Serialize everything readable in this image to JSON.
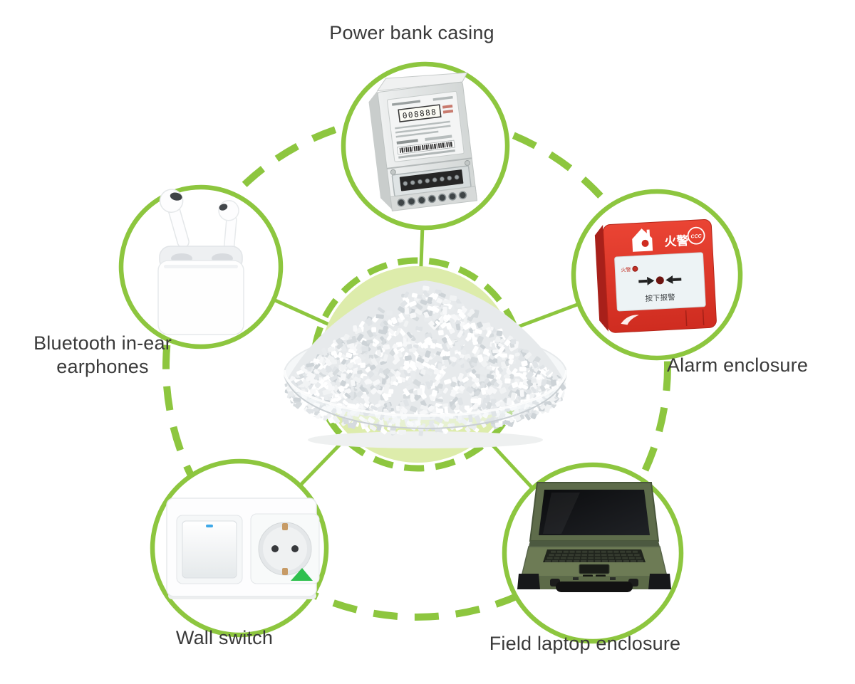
{
  "diagram": {
    "nodes": [
      {
        "id": "power-bank-casing",
        "label": "Power bank casing",
        "image": "electric-energy-meter"
      },
      {
        "id": "alarm-enclosure",
        "label": "Alarm enclosure",
        "image": "fire-alarm-call-point"
      },
      {
        "id": "field-laptop-enclosure",
        "label": "Field laptop enclosure",
        "image": "rugged-laptop"
      },
      {
        "id": "wall-switch",
        "label": "Wall switch",
        "image": "wall-switch-and-socket"
      },
      {
        "id": "bluetooth-earphones",
        "label": "Bluetooth in-ear earphones",
        "image": "wireless-earbuds-with-case"
      }
    ],
    "center": {
      "image": "white-plastic-pellets-in-petri-dish"
    },
    "artwork_text": {
      "alarm_title_cn": "火警",
      "alarm_panel_label_cn": "火警",
      "alarm_instruction_cn": "按下报警",
      "alarm_cert_mark": "CCC",
      "meter_display": "008888"
    },
    "colors": {
      "accent": "#8dc63f",
      "center_fill": "#ddecab",
      "label_text": "#3a3a3a",
      "alarm_red": "#e23b2e",
      "laptop_olive": "#6d7b55"
    }
  }
}
